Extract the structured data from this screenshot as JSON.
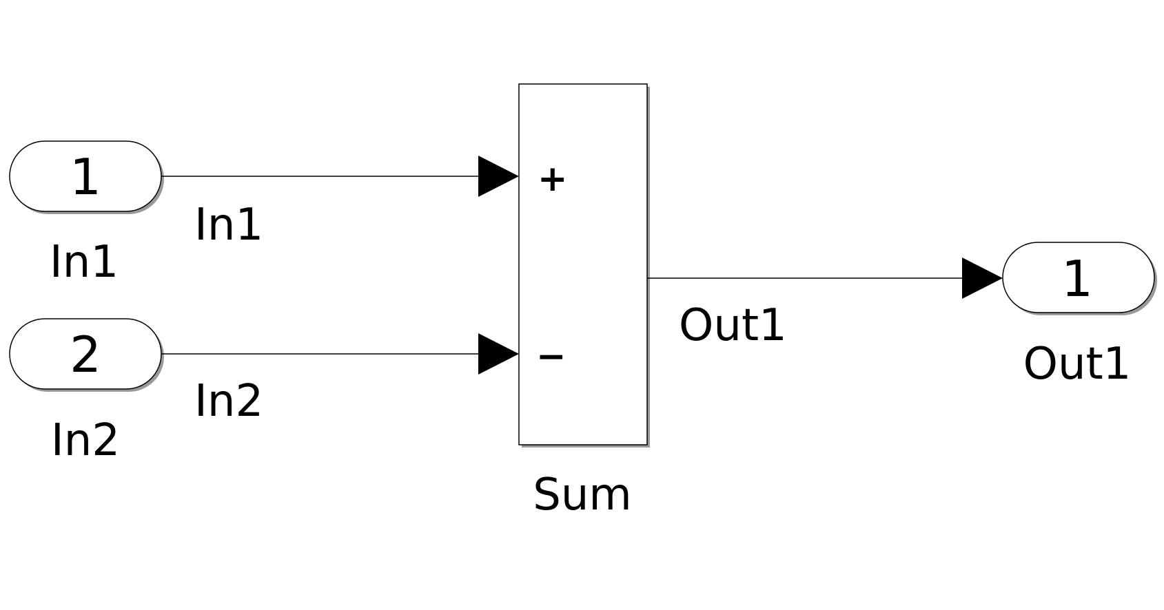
{
  "blocks": {
    "inport1": {
      "number": "1",
      "name": "In1"
    },
    "inport2": {
      "number": "2",
      "name": "In2"
    },
    "sum": {
      "name": "Sum",
      "signs": [
        "+",
        "−"
      ]
    },
    "outport1": {
      "number": "1",
      "name": "Out1"
    }
  },
  "signals": {
    "in1": "In1",
    "in2": "In2",
    "out1": "Out1"
  }
}
